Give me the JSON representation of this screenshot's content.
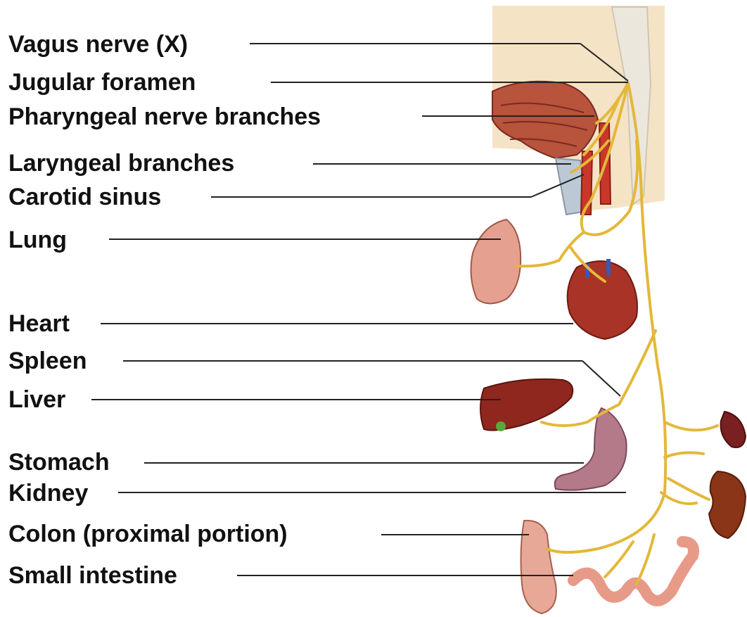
{
  "labels": [
    "Vagus nerve (X)",
    "Jugular foramen",
    "Pharyngeal nerve branches",
    "Laryngeal branches",
    "Carotid sinus",
    "Lung",
    "Heart",
    "Spleen",
    "Liver",
    "Stomach",
    "Kidney",
    "Colon (proximal portion)",
    "Small intestine"
  ],
  "colors": {
    "nerve": "#e3b83a",
    "leader_line": "#222222",
    "label_text": "#111111",
    "head_background": "#f5e3c6",
    "muscle": "#b8533c",
    "organ": "#9a2b22",
    "lung": "#e6a090",
    "intestine": "#e89a88"
  }
}
